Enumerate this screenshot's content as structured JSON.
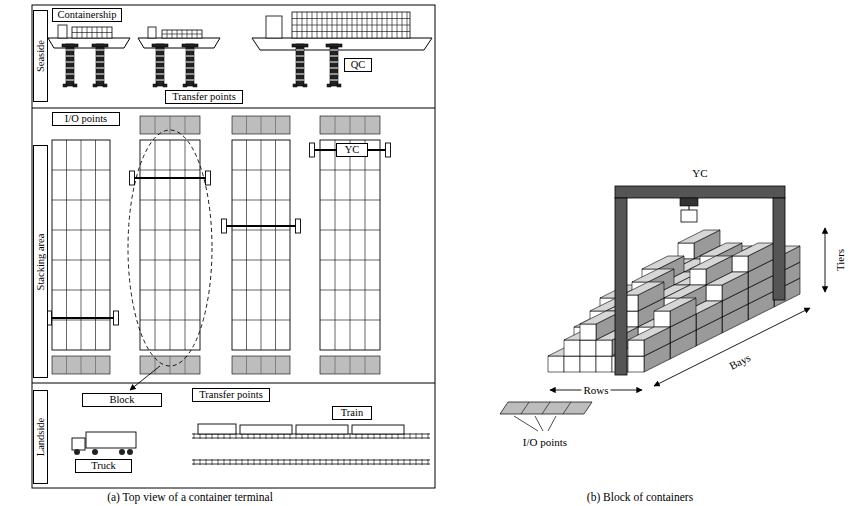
{
  "diagram": {
    "nodes": [
      {
        "text": [
          "Seaside"
        ]
      },
      {
        "text": [
          "Stacking area"
        ]
      },
      {
        "text": [
          "Landside"
        ]
      },
      {
        "text": [
          "Containership"
        ]
      },
      {
        "text": [
          "QC"
        ]
      },
      {
        "text": [
          "Transfer points"
        ]
      },
      {
        "text": [
          "I/O points"
        ]
      },
      {
        "text": [
          "YC"
        ]
      },
      {
        "text": [
          "Block"
        ]
      },
      {
        "text": [
          "Transfer points"
        ]
      },
      {
        "text": [
          "Train"
        ]
      },
      {
        "text": [
          "Truck"
        ]
      }
    ],
    "labels": [
      "YC",
      "Tiers",
      "Bays",
      "Rows",
      "I/O points",
      "(a) Top view of a container terminal",
      "(b) Block of containers"
    ]
  }
}
